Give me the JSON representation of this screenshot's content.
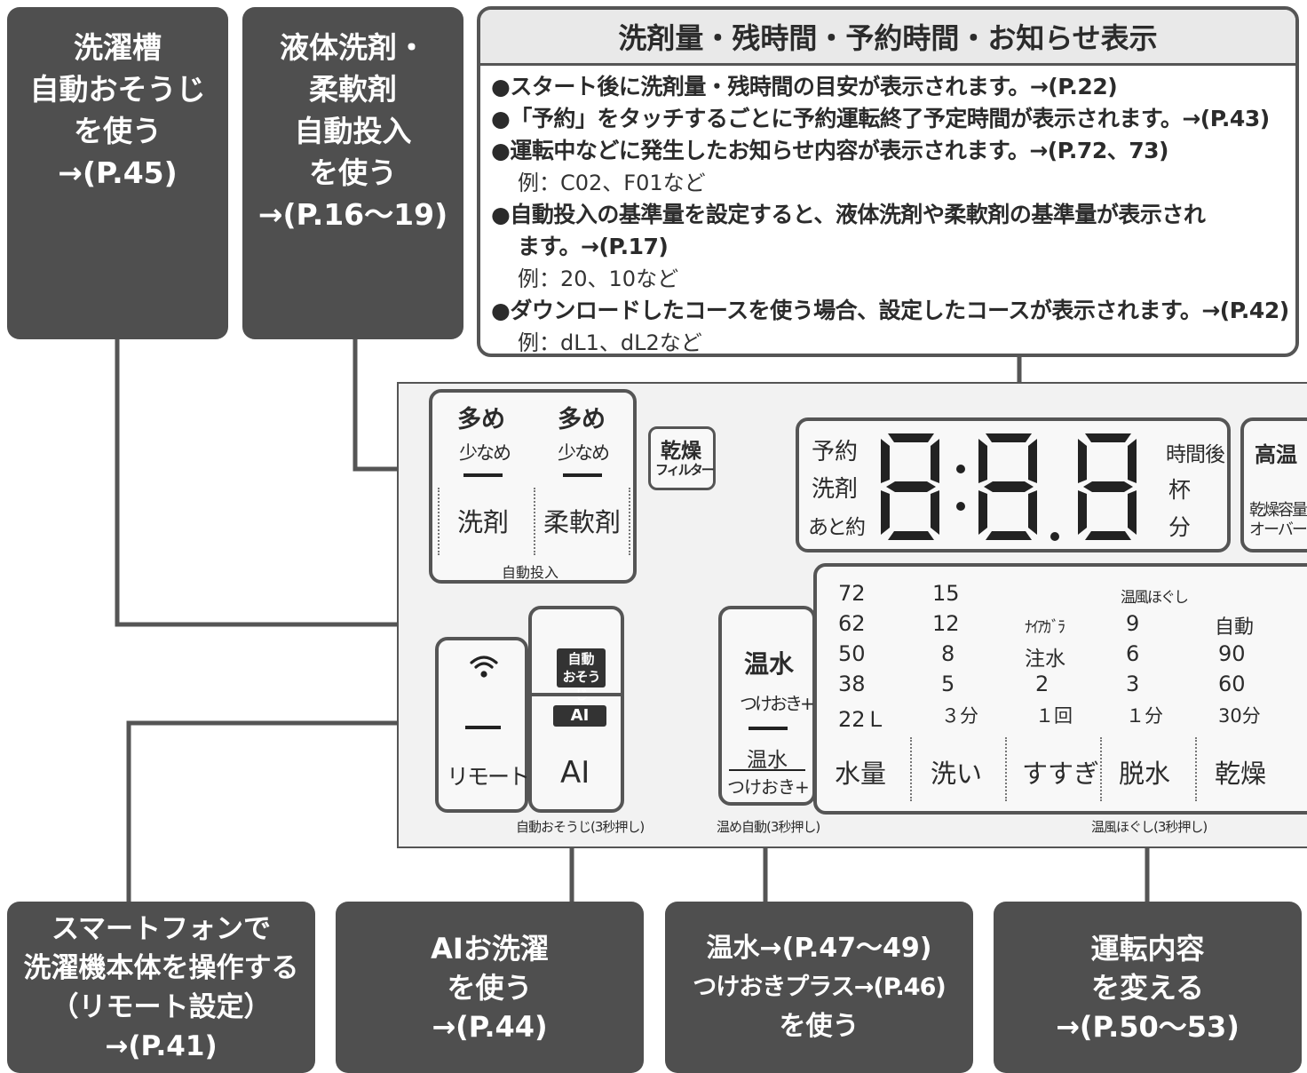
{
  "callouts": {
    "tub_clean": {
      "lines": [
        "洗濯槽",
        "自動おそうじ",
        "を使う",
        "→(P.45)"
      ]
    },
    "auto_dose": {
      "lines": [
        "液体洗剤・",
        "柔軟剤",
        "自動投入",
        "を使う",
        "→(P.16〜19)"
      ]
    },
    "remote": {
      "lines": [
        "スマートフォンで",
        "洗濯機本体を操作する",
        "（リモート設定）",
        "→(P.41)"
      ]
    },
    "ai_wash": {
      "lines": [
        "AIお洗濯",
        "を使う",
        "→(P.44)"
      ]
    },
    "warm_water": {
      "lines": [
        "温水→(P.47〜49)",
        "つけおきプラス→(P.46)",
        "を使う"
      ]
    },
    "operation": {
      "lines": [
        "運転内容",
        "を変える",
        "→(P.50〜53)"
      ]
    }
  },
  "info_box": {
    "title": "洗剤量・残時間・予約時間・お知らせ表示",
    "rows": [
      {
        "text": "●スタート後に洗剤量・残時間の目安が表示されます。→",
        "ref": "(P.22)"
      },
      {
        "text": "●「予約」をタッチするごとに予約運転終了予定時間が表示されます。→",
        "ref": "(P.43)"
      },
      {
        "text": "●運転中などに発生したお知らせ内容が表示されます。→",
        "ref": "(P.72、73)"
      },
      {
        "sub": "例：C02、F01など"
      },
      {
        "text": "●自動投入の基準量を設定すると、液体洗剤や柔軟剤の基準量が表示され"
      },
      {
        "cont": "ます。→",
        "ref": "(P.17)"
      },
      {
        "sub": "例：20、10など"
      },
      {
        "text": "●ダウンロードしたコースを使う場合、設定したコースが表示されます。→",
        "ref": "(P.42)"
      },
      {
        "sub": "例：dL1、dL2など"
      }
    ]
  },
  "panel": {
    "auto_dose_group": {
      "detergent": {
        "more": "多め",
        "less": "少なめ",
        "label": "洗剤"
      },
      "softener": {
        "more": "多め",
        "less": "少なめ",
        "label": "柔軟剤"
      },
      "caption": "自動投入"
    },
    "dry_filter": {
      "line1": "乾燥",
      "line2": "フィルター"
    },
    "display": {
      "left_labels": [
        "予約",
        "洗剤",
        "あと約"
      ],
      "right_labels": [
        "時間後",
        "杯",
        "分"
      ]
    },
    "right_indicator": {
      "high_temp": "高温",
      "overload1": "乾燥容量",
      "overload2": "オーバー"
    },
    "remote_button": {
      "wifi": "wifi-icon",
      "label": "リモート"
    },
    "ai_button": {
      "auto_clean1": "自動",
      "auto_clean2": "おそうじ",
      "ai_badge": "AI",
      "label": "AI"
    },
    "ai_caption": "自動おそうじ(3秒押し)",
    "warm_button": {
      "title": "温水",
      "sub": "つけおき+",
      "label1": "温水",
      "label2": "つけおき+"
    },
    "warm_caption": "温め自動(3秒押し)",
    "course_grid": {
      "columns": [
        {
          "label": "水量",
          "values": [
            "72",
            "62",
            "50",
            "38",
            "22Ｌ"
          ]
        },
        {
          "label": "洗い",
          "values": [
            "15",
            "12",
            "8",
            "5",
            "３分"
          ]
        },
        {
          "label": "すすぎ",
          "values": [
            "",
            "ﾅｲｱｶﾞﾗ",
            "注水",
            "2",
            "１回"
          ]
        },
        {
          "label": "脱水",
          "header": "温風ほぐし",
          "values": [
            "9",
            "6",
            "3",
            "１分"
          ]
        },
        {
          "label": "乾燥",
          "values": [
            "自動",
            "90",
            "60",
            "30分"
          ]
        }
      ]
    },
    "course_caption": "温風ほぐし(3秒押し)"
  }
}
